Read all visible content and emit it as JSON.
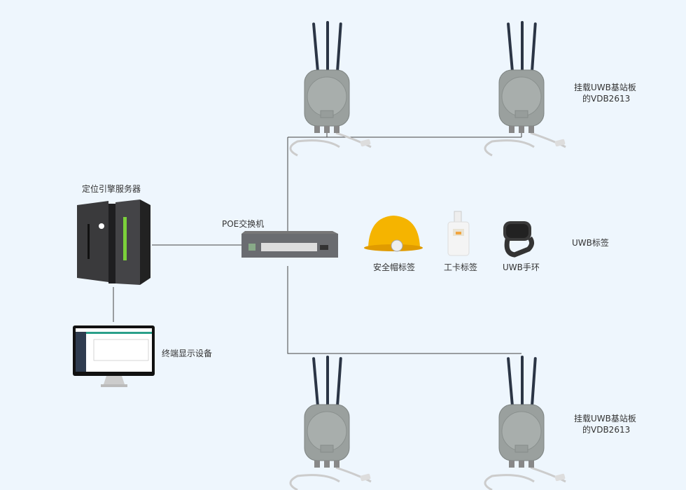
{
  "labels": {
    "server": "定位引擎服务器",
    "switch": "POE交换机",
    "display": "终端显示设备",
    "helmet_tag": "安全帽标签",
    "card_tag": "工卡标签",
    "wristband": "UWB手环",
    "uwb_tags": "UWB标签",
    "base_top_line1": "挂载UWB基站板",
    "base_top_line2": "的VDB2613",
    "base_bottom_line1": "挂载UWB基站板",
    "base_bottom_line2": "的VDB2613"
  },
  "colors": {
    "background": "#eef6fd",
    "line": "#333333",
    "helmet": "#f5b400",
    "server_led": "#7bd13a"
  }
}
